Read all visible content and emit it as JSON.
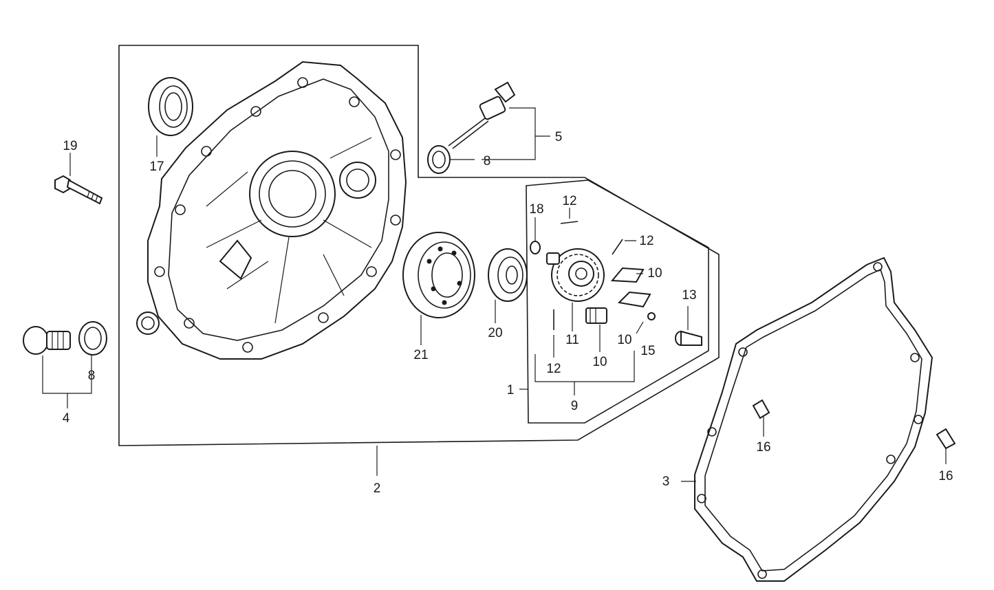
{
  "callouts": {
    "c1": "1",
    "c2": "2",
    "c3": "3",
    "c4": "4",
    "c5": "5",
    "c8a": "8",
    "c8b": "8",
    "c9": "9",
    "c10a": "10",
    "c10b": "10",
    "c10c": "10",
    "c11": "11",
    "c12a": "12",
    "c12b": "12",
    "c12c": "12",
    "c13": "13",
    "c15": "15",
    "c16a": "16",
    "c16b": "16",
    "c17": "17",
    "c18": "18",
    "c19": "19",
    "c20": "20",
    "c21": "21"
  }
}
